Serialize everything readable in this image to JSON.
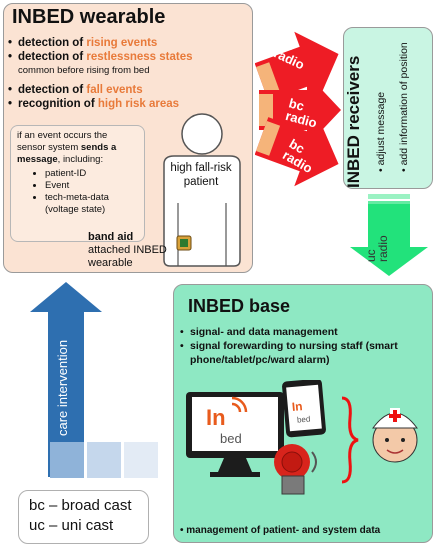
{
  "wearable": {
    "title": "INBED wearable",
    "b1_pre": "detection of ",
    "b1_hl": "rising events",
    "b2_pre": "detection of  ",
    "b2_hl": "restlessness states",
    "b2_sub": "common before rising from bed",
    "b3_pre": "detection of ",
    "b3_hl": "fall events",
    "b4_pre": "recognition of ",
    "b4_hl": "high risk areas",
    "event_pre": "if an event occurs the sensor system ",
    "event_bold": "sends a message",
    "event_post": ", including:",
    "event_items": [
      "patient-ID",
      "Event",
      "tech-meta-data (voltage state)"
    ],
    "band_bold": "band aid",
    "band_rest": " attached INBED wearable",
    "patient_label": "high fall-risk patient"
  },
  "radio": {
    "bc_label": "bc",
    "radio_label": "radio"
  },
  "receivers": {
    "title": "INBED receivers",
    "bullets": [
      "adjust message",
      "add information of position"
    ]
  },
  "uc": {
    "uc_label": "uc",
    "radio_label": "radio"
  },
  "base": {
    "title": "INBED base",
    "bullets": [
      "signal- and data management",
      "signal forewarding to nursing staff (smart phone/tablet/pc/ward alarm)"
    ],
    "bottom": "management of patient- and system data",
    "logo_top": "In",
    "logo_bottom": "bed"
  },
  "care": {
    "label": "care intervention"
  },
  "legend": {
    "line1": "bc – broad cast",
    "line2": "uc – uni cast"
  },
  "colors": {
    "wearable_bg": "#fbe3d3",
    "accent_orange": "#e87a3a",
    "radio_red": "#ee1c25",
    "receiver_bg": "#c9f5e3",
    "base_bg": "#8ee8c3",
    "uc_green": "#22e27b",
    "care_blue": "#2e6fb0"
  }
}
